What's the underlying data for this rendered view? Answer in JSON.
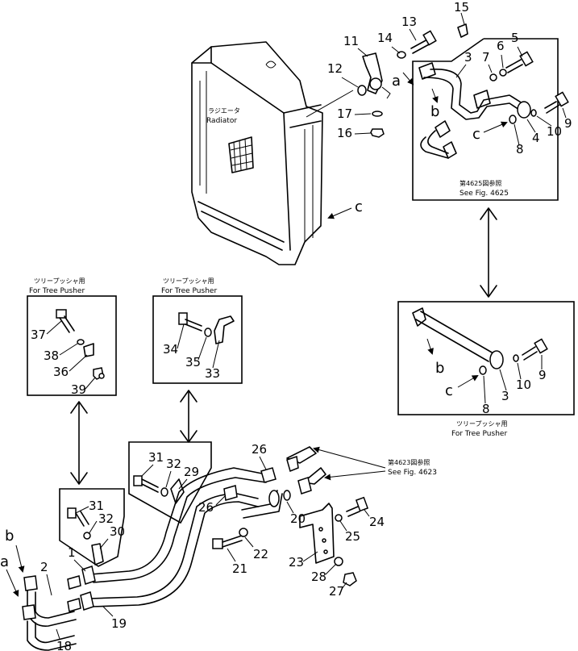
{
  "radiator": {
    "label_jp": "ラジエータ",
    "label_en": "Radiator"
  },
  "letters": {
    "a": "a",
    "b": "b",
    "c": "c"
  },
  "fig_ref_top": {
    "jp": "第4625図参照",
    "en": "See Fig. 4625"
  },
  "fig_ref_bottom": {
    "jp": "第4623図参照",
    "en": "See Fig. 4623"
  },
  "tree_pusher": {
    "jp": "ツリープッシャ用",
    "en": "For Tree Pusher"
  },
  "parts": {
    "p1": "1",
    "p2": "2",
    "p3": "3",
    "p4": "4",
    "p5": "5",
    "p6": "6",
    "p7": "7",
    "p8": "8",
    "p9": "9",
    "p10": "10",
    "p11": "11",
    "p12": "12",
    "p13": "13",
    "p14": "14",
    "p15": "15",
    "p16": "16",
    "p17": "17",
    "p18": "18",
    "p19": "19",
    "p20": "20",
    "p21": "21",
    "p22": "22",
    "p23": "23",
    "p24": "24",
    "p25": "25",
    "p26": "26",
    "p27": "27",
    "p28": "28",
    "p29": "29",
    "p30": "30",
    "p31": "31",
    "p32": "32",
    "p33": "33",
    "p34": "34",
    "p35": "35",
    "p36": "36",
    "p37": "37",
    "p38": "38",
    "p39": "39"
  }
}
